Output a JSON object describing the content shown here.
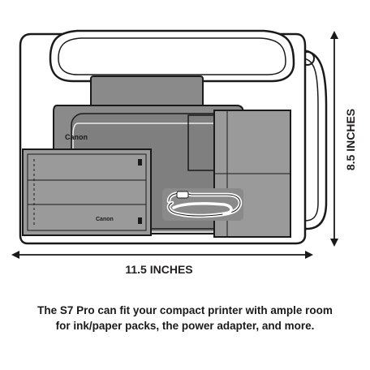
{
  "dimensions": {
    "width_label": "11.5 INCHES",
    "height_label": "8.5 INCHES"
  },
  "printer": {
    "brand_top": "Canon",
    "brand_bottom": "Canon"
  },
  "caption": {
    "line1": "The S7 Pro can fit your compact printer with ample room",
    "line2": "for ink/paper packs, the power adapter, and more."
  },
  "colors": {
    "outline": "#1a1a1a",
    "bag_fill": "#ffffff",
    "printer_fill": "#8a8a8a",
    "printer_dark": "#6e6e6e",
    "pack_fill": "#9a9a9a"
  }
}
